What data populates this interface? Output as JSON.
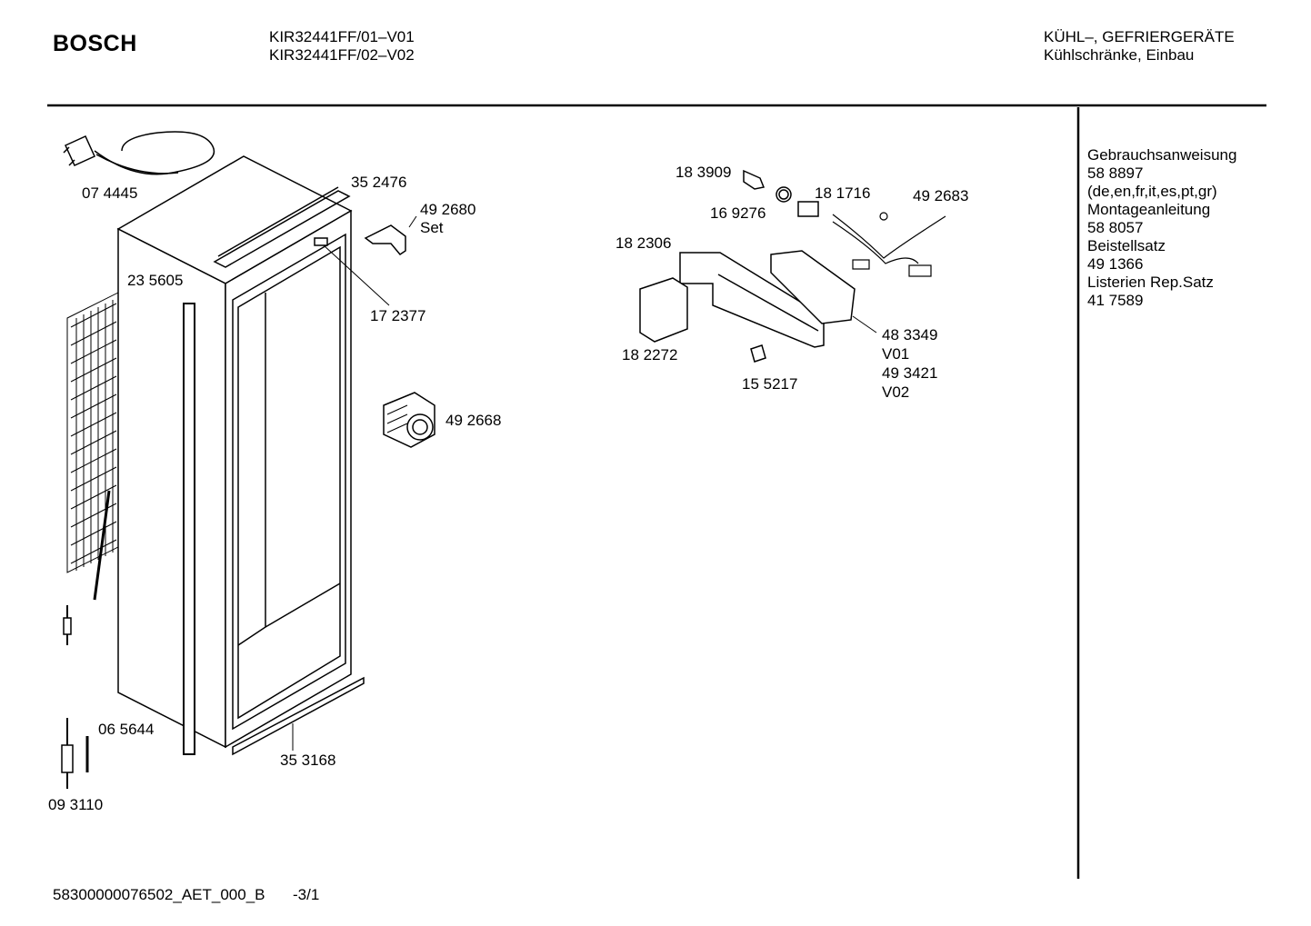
{
  "header": {
    "brand": "BOSCH",
    "model_line1": "KIR32441FF/01–V01",
    "model_line2": "KIR32441FF/02–V02",
    "category_line1": "KÜHL–, GEFRIERGERÄTE",
    "category_line2": "Kühlschränke, Einbau"
  },
  "parts": {
    "power_cord": "07 4445",
    "top_rail": "35 2476",
    "hinge_set_no": "49 2680",
    "hinge_set_label": "Set",
    "door_seal": "23 5605",
    "clip": "17 2377",
    "fan": "49 2668",
    "sensor_small": "06 5644",
    "bottom_strip": "35 3168",
    "sensor": "09 3110",
    "lamp": "18 3909",
    "lamp_ring": "16 9276",
    "lamp_socket": "18 1716",
    "wiring_harness": "49 2683",
    "cover_plate": "18 2306",
    "cover_box": "18 2272",
    "module_no_v01": "48 3349",
    "module_v01": "V01",
    "module_no_v02": "49 3421",
    "module_v02": "V02",
    "connector": "15 5217"
  },
  "sidebar": {
    "lines": [
      "Gebrauchsanweisung",
      "58 8897",
      "(de,en,fr,it,es,pt,gr)",
      "Montageanleitung",
      "58 8057",
      "Beistellsatz",
      "49 1366",
      "Listerien Rep.Satz",
      "41 7589"
    ]
  },
  "footer": {
    "doc_id": "58300000076502_AET_000_B",
    "page": "-3/1"
  }
}
